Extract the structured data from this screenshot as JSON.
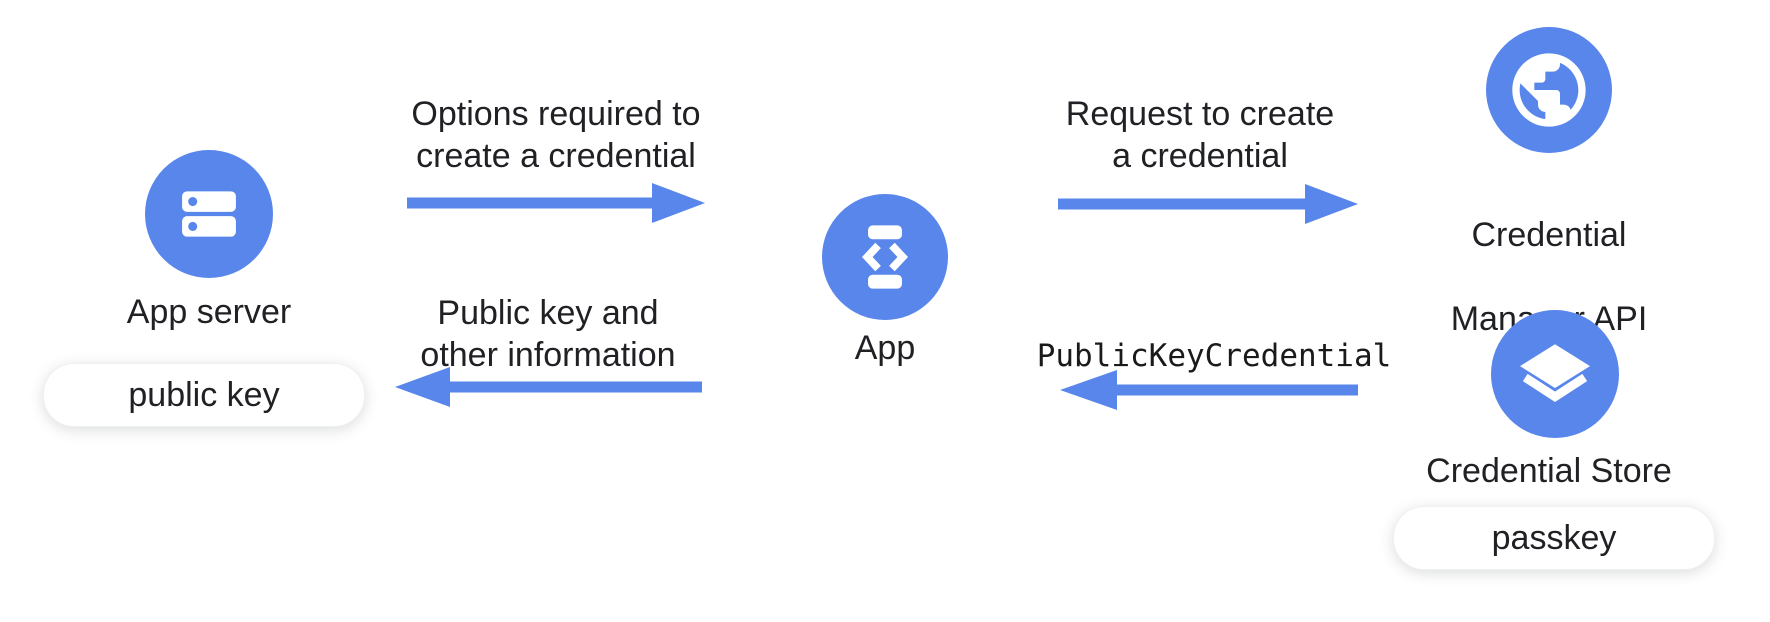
{
  "colors": {
    "accent_blue": "#5886EB",
    "text": "#202124",
    "pill_background": "#FFFFFF"
  },
  "nodes": {
    "app_server": {
      "label": "App server",
      "tag": "public key",
      "icon": "server-icon"
    },
    "app": {
      "label": "App",
      "icon": "phone-code-icon"
    },
    "credential_manager": {
      "label_line1": "Credential",
      "label_line2": "Manager API",
      "icon": "globe-icon"
    },
    "credential_store": {
      "label": "Credential Store",
      "tag": "passkey",
      "icon": "layers-icon"
    }
  },
  "arrows": [
    {
      "id": "options",
      "label_line1": "Options required to",
      "label_line2": "create a credential",
      "direction": "right",
      "from": "App server",
      "to": "App"
    },
    {
      "id": "request",
      "label_line1": "Request to create",
      "label_line2": "a credential",
      "direction": "right",
      "from": "App",
      "to": "Credential Manager API"
    },
    {
      "id": "public_key_info",
      "label_line1": "Public key and",
      "label_line2": "other information",
      "direction": "left",
      "from": "App",
      "to": "App server"
    },
    {
      "id": "public_key_credential",
      "label": "PublicKeyCredential",
      "direction": "left",
      "from": "Credential Store",
      "to": "App",
      "mono": true
    }
  ]
}
